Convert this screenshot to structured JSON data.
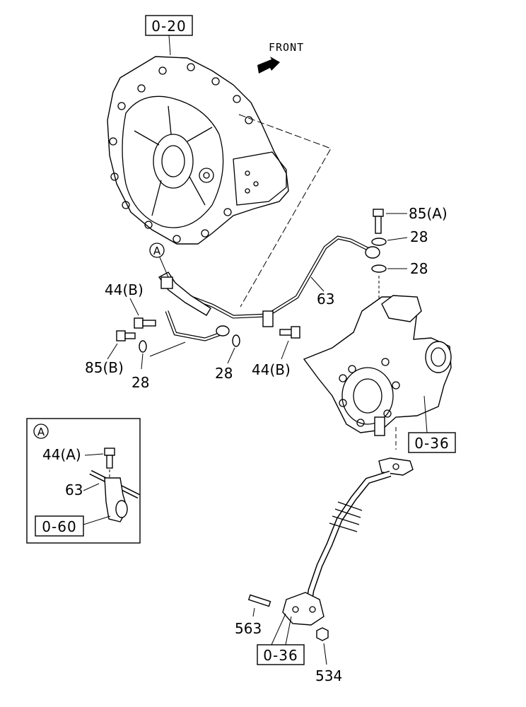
{
  "front_label": "FRONT",
  "ref_boxes": {
    "top": "0-20",
    "right_turbo": "0-36",
    "inset": "0-60",
    "bottom": "0-36"
  },
  "callout_marker": "A",
  "inset_marker": "A",
  "parts": {
    "p85a": "85(A)",
    "p28_upper": "28",
    "p28_lower": "28",
    "p63_main": "63",
    "p44b_left": "44(B)",
    "p85b": "85(B)",
    "p28_left": "28",
    "p28_mid": "28",
    "p44b_right": "44(B)",
    "p44a_inset": "44(A)",
    "p63_inset": "63",
    "p563": "563",
    "p534": "534"
  }
}
